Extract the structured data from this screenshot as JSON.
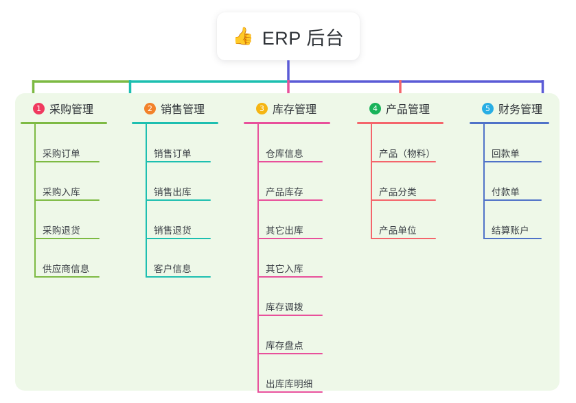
{
  "root": {
    "icon": "thumbs-up-icon",
    "emoji": "👍",
    "title": "ERP 后台"
  },
  "colors": {
    "panel_background": "#eef8e8",
    "page_background": "#ffffff",
    "root_trunk": "#5b5bd6",
    "branch_green": "#7dba43",
    "branch_teal": "#1dbfb0",
    "branch_blue": "#5b5bd6"
  },
  "columns": [
    {
      "index": "1",
      "badge_number": "1",
      "badge_color": "#f03a5f",
      "title": "采购管理",
      "line_color": "#7dba43",
      "items": [
        {
          "label": "采购订单"
        },
        {
          "label": "采购入库"
        },
        {
          "label": "采购退货"
        },
        {
          "label": "供应商信息"
        }
      ]
    },
    {
      "index": "2",
      "badge_number": "2",
      "badge_color": "#f2822b",
      "title": "销售管理",
      "line_color": "#1dbfb0",
      "items": [
        {
          "label": "销售订单"
        },
        {
          "label": "销售出库"
        },
        {
          "label": "销售退货"
        },
        {
          "label": "客户信息"
        }
      ]
    },
    {
      "index": "3",
      "badge_number": "3",
      "badge_color": "#f5b513",
      "title": "库存管理",
      "line_color": "#e8509b",
      "items": [
        {
          "label": "仓库信息"
        },
        {
          "label": "产品库存"
        },
        {
          "label": "其它出库"
        },
        {
          "label": "其它入库"
        },
        {
          "label": "库存调拨"
        },
        {
          "label": "库存盘点"
        },
        {
          "label": "出库库明细"
        }
      ]
    },
    {
      "index": "4",
      "badge_number": "4",
      "badge_color": "#19b35a",
      "title": "产品管理",
      "line_color": "#f4656b",
      "items": [
        {
          "label": "产品（物料）"
        },
        {
          "label": "产品分类"
        },
        {
          "label": "产品单位"
        }
      ]
    },
    {
      "index": "5",
      "badge_number": "5",
      "badge_color": "#28aee4",
      "title": "财务管理",
      "line_color": "#4f72c8",
      "items": [
        {
          "label": "回款单"
        },
        {
          "label": "付款单"
        },
        {
          "label": "结算账户"
        }
      ]
    }
  ]
}
